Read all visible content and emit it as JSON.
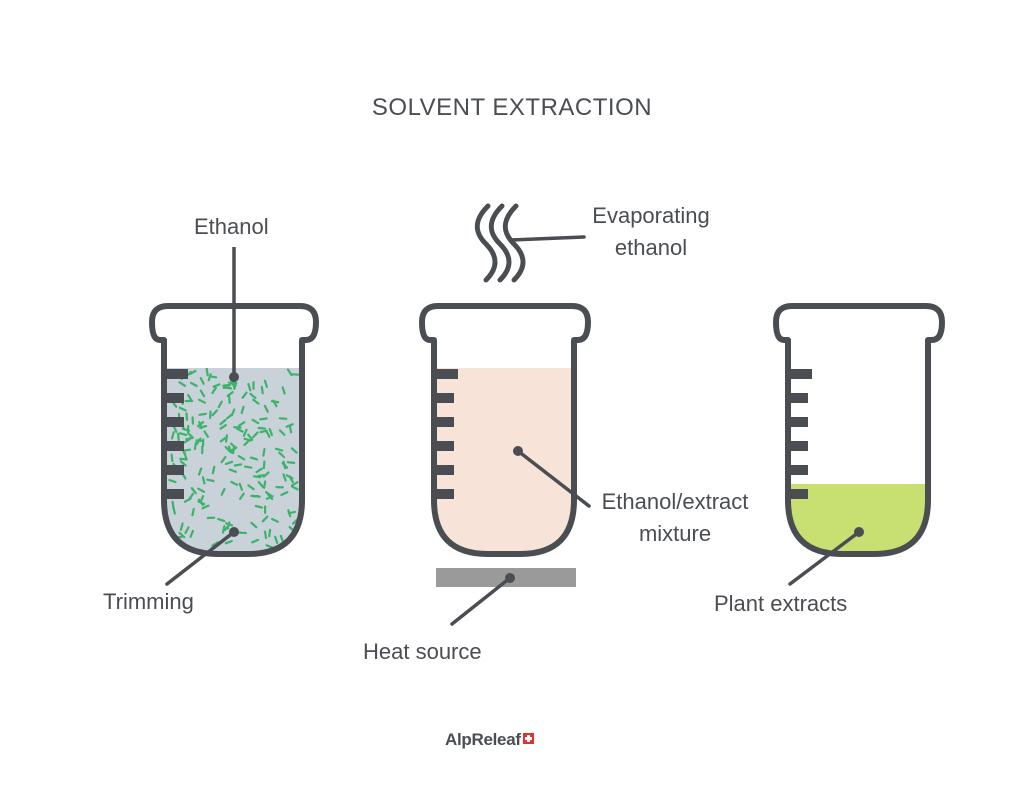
{
  "title": "SOLVENT EXTRACTION",
  "labels": {
    "ethanol": "Ethanol",
    "trimming": "Trimming",
    "evaporating_line1": "Evaporating",
    "evaporating_line2": "ethanol",
    "mixture_line1": "Ethanol/extract",
    "mixture_line2": "mixture",
    "heat_source": "Heat source",
    "plant_extracts": "Plant extracts"
  },
  "brand": {
    "name": "AlpReleaf",
    "icon": "swiss-cross-icon"
  },
  "colors": {
    "outline": "#4a4d52",
    "ethanol_fill": "#c9d1d9",
    "trimming_dash": "#3bb36a",
    "mixture_fill": "#f7e3d8",
    "extract_fill": "#c8df72",
    "heat_plate": "#9a9a9a",
    "brand_red": "#e2312f"
  }
}
